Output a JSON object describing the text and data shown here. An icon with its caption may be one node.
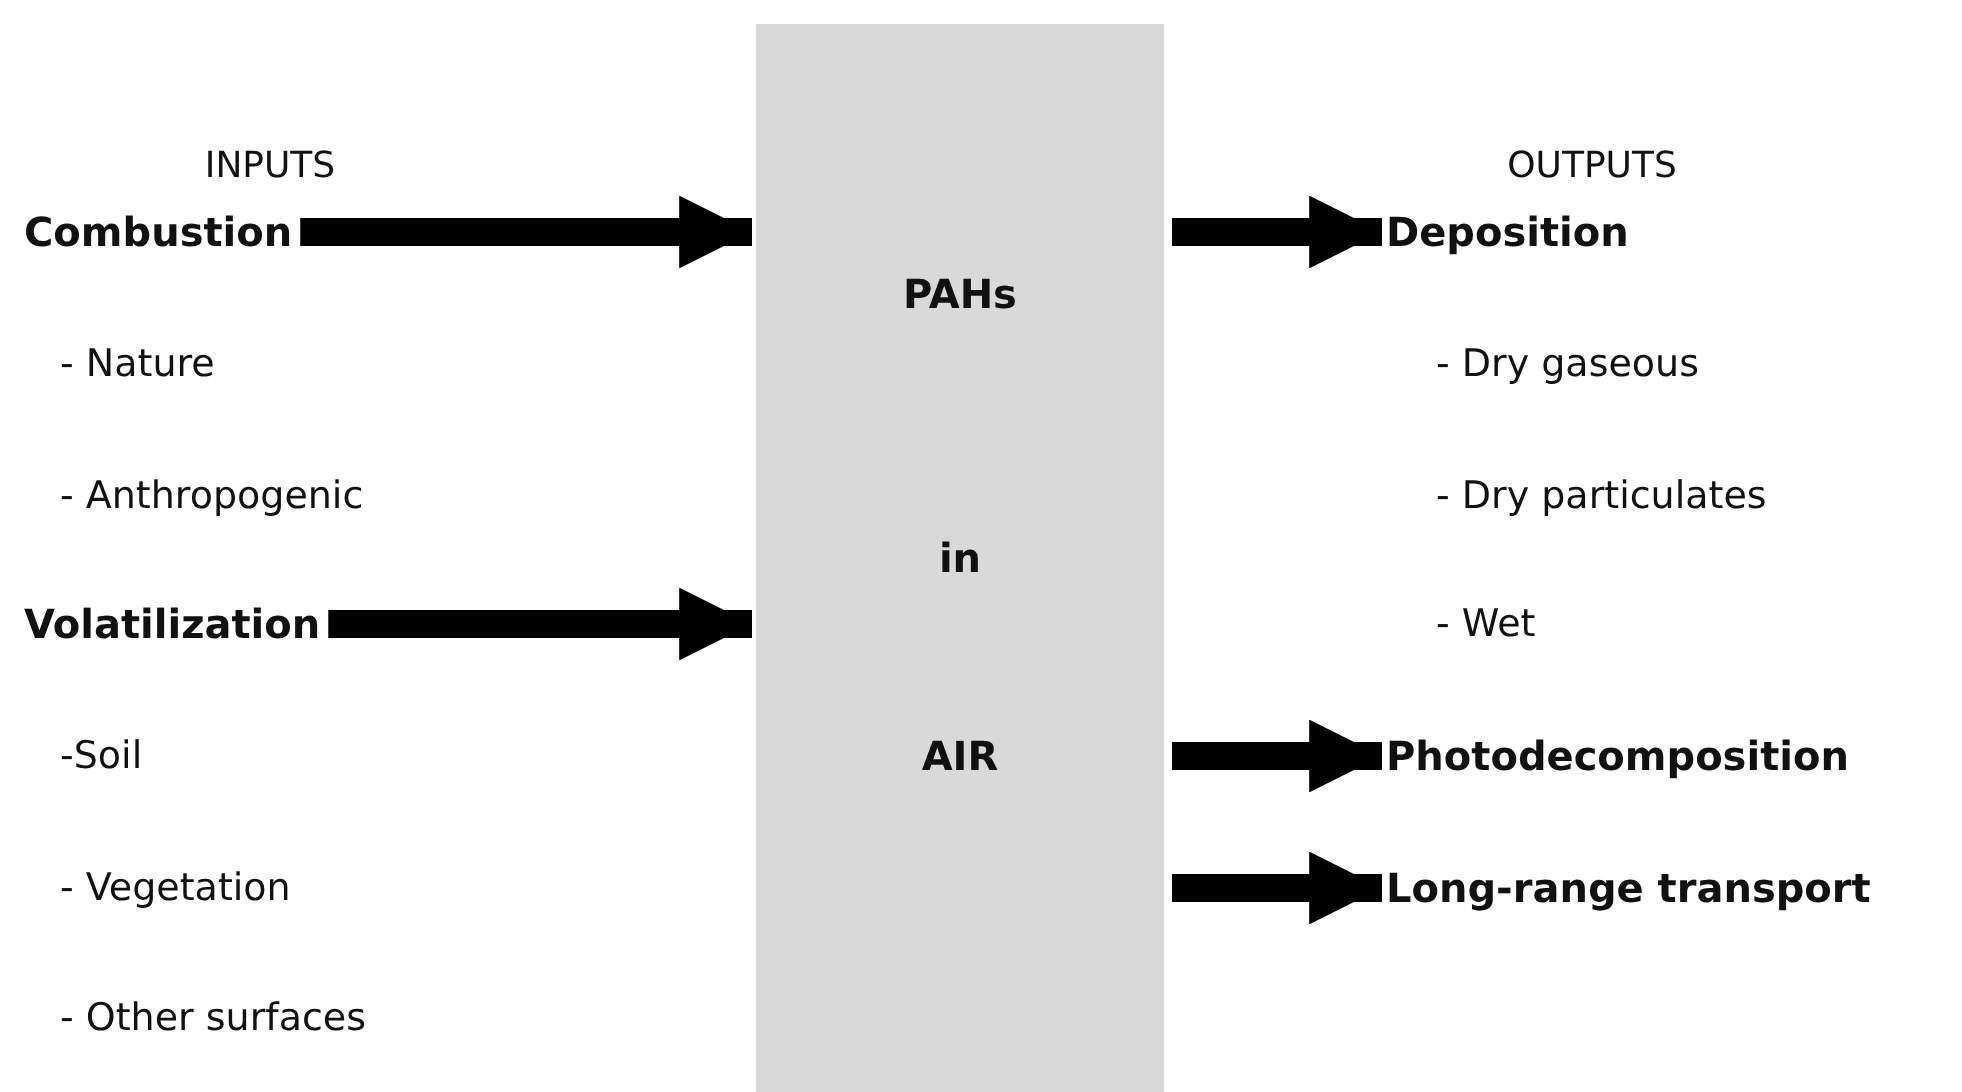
{
  "diagram": {
    "nodes": [
      {
        "text": [
          "Combustion"
        ]
      },
      {
        "text": [
          "Volatilization"
        ]
      },
      {
        "text": [
          "PAHs",
          "in",
          "AIR"
        ]
      },
      {
        "text": [
          "Deposition"
        ]
      },
      {
        "text": [
          "Photodecomposition"
        ]
      },
      {
        "text": [
          "Long-range transport"
        ]
      }
    ],
    "edges": [
      {
        "from": 0,
        "to": 2,
        "arrow": "to"
      },
      {
        "from": 1,
        "to": 2,
        "arrow": "to"
      },
      {
        "from": 2,
        "to": 3,
        "arrow": "to"
      },
      {
        "from": 2,
        "to": 4,
        "arrow": "to"
      },
      {
        "from": 2,
        "to": 5,
        "arrow": "to"
      }
    ],
    "labels": [
      "INPUTS",
      "OUTPUTS",
      "- Nature",
      "- Dry gaseous",
      "- Anthropogenic",
      "- Dry particulates",
      "- Wet",
      "-Soil",
      "- Vegetation",
      "- Other surfaces"
    ]
  }
}
